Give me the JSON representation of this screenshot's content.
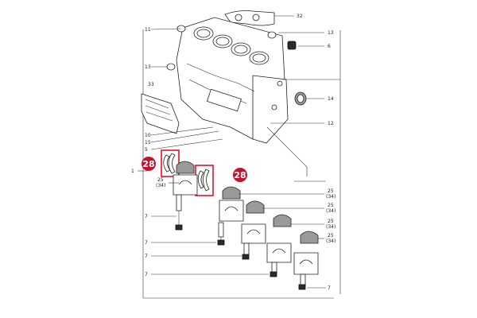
{
  "labels": {
    "p32": "32",
    "p11": "11",
    "p13a": "13",
    "p13b": "13",
    "p6": "6",
    "p33": "33",
    "p14": "14",
    "p12": "12",
    "p10": "10",
    "p15": "15",
    "p5": "5",
    "p1": "1",
    "p25a": "25",
    "p34a": "(34)",
    "p25b": "25",
    "p34b": "(34)",
    "p25c": "25",
    "p34c": "(34)",
    "p25d": "25",
    "p34d": "(34)",
    "p25e": "25",
    "p34e": "(34)",
    "p7a": "7",
    "p7b": "7",
    "p7c": "7",
    "p7d": "7",
    "p7e": "7"
  },
  "callouts": {
    "left": "28",
    "right": "28"
  },
  "colors": {
    "highlight": "#e3001b",
    "callout_bg": "#c8102e"
  }
}
